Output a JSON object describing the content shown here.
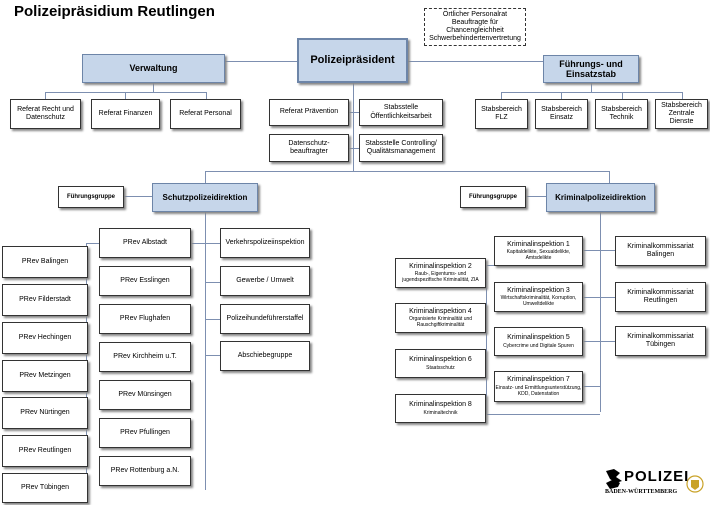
{
  "title": "Polizeipräsidium Reutlingen",
  "top_note": "Örtlicher Personalrat\nBeauftragte für\nChancengleichheit\nSchwerbehindertenvertretung",
  "praesident": "Polizeipräsident",
  "verwaltung": {
    "label": "Verwaltung",
    "items": [
      "Referat Recht und Datenschutz",
      "Referat Finanzen",
      "Referat Personal"
    ]
  },
  "center": {
    "praevention": "Referat Prävention",
    "oeffentlichkeit": "Stabsstelle Öffentlichkeitsarbeit",
    "datenschutz": "Datenschutz-beauftragter",
    "controlling": "Stabsstelle Controlling/ Qualitätsmanagement"
  },
  "fuehrungsstab": {
    "label": "Führungs- und Einsatzstab",
    "items": [
      "Stabsbereich FLZ",
      "Stabsbereich Einsatz",
      "Stabsbereich Technik",
      "Stabsbereich Zentrale Dienste"
    ]
  },
  "schutz": {
    "label": "Schutzpolizeidirektion",
    "fuehrungsgruppe": "Führungsgruppe",
    "prev_left": [
      "PRev Balingen",
      "PRev Filderstadt",
      "PRev Hechingen",
      "PRev Metzingen",
      "PRev Nürtingen",
      "PRev Reutlingen",
      "PRev Tübingen"
    ],
    "prev_mid": [
      "PRev Albstadt",
      "PRev Esslingen",
      "PRev Flughafen",
      "PRev Kirchheim u.T.",
      "PRev Münsingen",
      "PRev Pfullingen",
      "PRev Rottenburg a.N."
    ],
    "right": [
      "Verkehrspolizeiinspektion",
      "Gewerbe / Umwelt",
      "Polizeihundeführerstaffel",
      "Abschiebegruppe"
    ]
  },
  "kripo": {
    "label": "Kriminalpolizeidirektion",
    "fuehrungsgruppe": "Führungsgruppe",
    "inspektionen": [
      {
        "name": "Kriminalinspektion 1",
        "sub": "Kapitaldelikte, Sexualdelikte, Amtsdelikte"
      },
      {
        "name": "Kriminalinspektion 2",
        "sub": "Raub-, Eigentums- und jugendspezifische Kriminalität, ZIA"
      },
      {
        "name": "Kriminalinspektion 3",
        "sub": "Wirtschaftskriminalität, Korruption, Umweltdelikte"
      },
      {
        "name": "Kriminalinspektion 4",
        "sub": "Organisierte Kriminalität und Rauschgiftkriminalität"
      },
      {
        "name": "Kriminalinspektion 5",
        "sub": "Cybercrime und Digitale Spuren"
      },
      {
        "name": "Kriminalinspektion 6",
        "sub": "Staatsschutz"
      },
      {
        "name": "Kriminalinspektion 7",
        "sub": "Einsatz- und Ermittlungsunterstützung, KDD, Datenstation"
      },
      {
        "name": "Kriminalinspektion 8",
        "sub": "Kriminaltechnik"
      }
    ],
    "kommissariate": [
      "Kriminalkommissariat Balingen",
      "Kriminalkommissariat Reutlingen",
      "Kriminalkommissariat Tübingen"
    ]
  },
  "logo": {
    "text": "POLIZEI",
    "region": "BADEN-WÜRTTEMBERG",
    "colors": {
      "dark": "#000000",
      "accent": "#c9a227"
    }
  }
}
